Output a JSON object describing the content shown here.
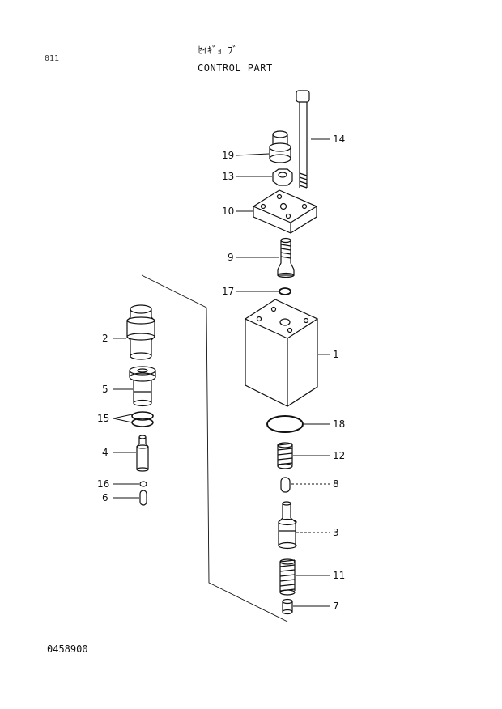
{
  "header": {
    "page_code": "011",
    "title_jp": "ｾｲｷﾞｮ ﾌﾞ",
    "title_en": "CONTROL PART"
  },
  "footer": {
    "doc_number": "0458900"
  },
  "callouts": [
    "1",
    "2",
    "3",
    "4",
    "5",
    "6",
    "7",
    "8",
    "9",
    "10",
    "11",
    "12",
    "13",
    "14",
    "15",
    "16",
    "17",
    "18",
    "19"
  ]
}
